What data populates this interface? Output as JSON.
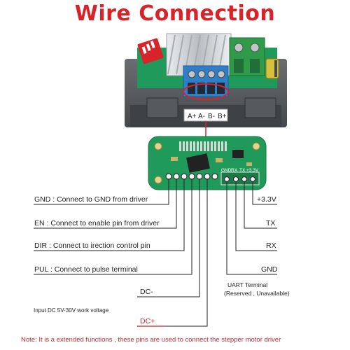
{
  "title": "Wire Connection",
  "module_terminal_labels": [
    "A+",
    "A-",
    "B-",
    "B+"
  ],
  "header_pin_labels": [
    "GND",
    "RX",
    "TX",
    "+3.3V"
  ],
  "left_labels": {
    "gnd": "GND : Connect to GND from driver",
    "en": "EN : Connect to enable pin from driver",
    "dir": "DIR : Connect to irection control pin",
    "pul": "PUL : Connect to pulse terminal",
    "dc_minus": "DC-",
    "input_dc": "Input DC 5V-30V work voltage",
    "dc_plus": "DC+"
  },
  "right_labels": {
    "v33": "+3.3V",
    "tx": "TX",
    "rx": "RX",
    "gnd": "GND",
    "uart_title": "UART Terminal",
    "uart_sub": "(Reserved , Unavailable)"
  },
  "note": {
    "prefix": "Note:",
    "text": " It is a extended functions , these pins are used to connect the stepper motor driver"
  },
  "colors": {
    "accent_red": "#d8232a",
    "pcb_green": "#1f9a5a",
    "terminal_blue": "#2f7fc8",
    "terminal_green": "#2e9a4a",
    "heatsink": "#cfd3d6",
    "housing": "#5b5e62"
  }
}
